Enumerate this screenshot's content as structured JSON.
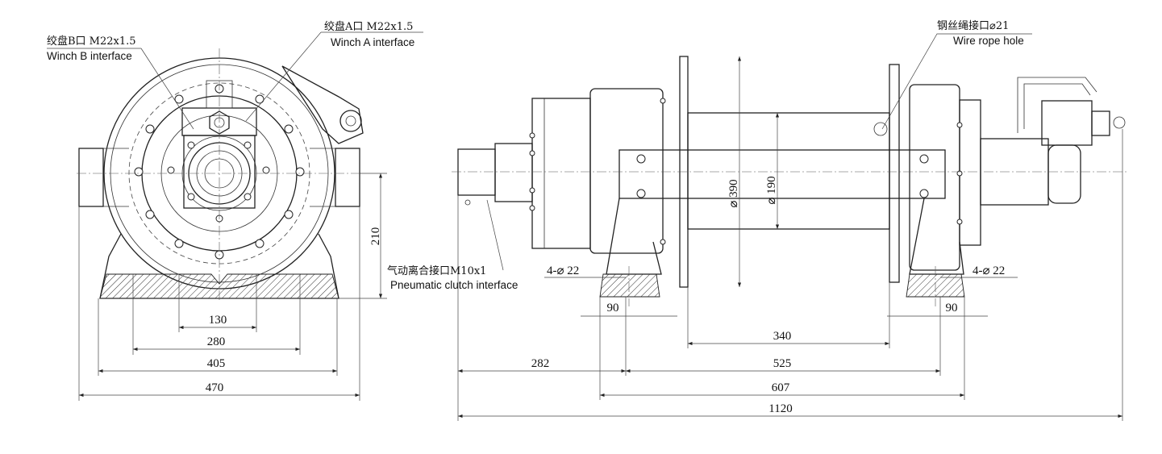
{
  "labels": {
    "winch_b_cn": "绞盘B口 M22x1.5",
    "winch_b_en": "Winch B interface",
    "winch_a_cn": "绞盘A口 M22x1.5",
    "winch_a_en": "Winch A interface",
    "wire_rope_cn": "钢丝绳接口⌀21",
    "wire_rope_en": "Wire rope hole",
    "pneumatic_cn": "气动离合接口M10x1",
    "pneumatic_en": "Pneumatic clutch interface",
    "hole_left": "4-⌀ 22",
    "hole_right": "4-⌀ 22"
  },
  "dimensions": {
    "front_130": "130",
    "front_280": "280",
    "front_405": "405",
    "front_470": "470",
    "front_210": "210",
    "side_90_left": "90",
    "side_90_right": "90",
    "side_340": "340",
    "side_282": "282",
    "side_525": "525",
    "side_607": "607",
    "side_1120": "1120",
    "dia_390": "⌀ 390",
    "dia_190": "⌀ 190"
  }
}
